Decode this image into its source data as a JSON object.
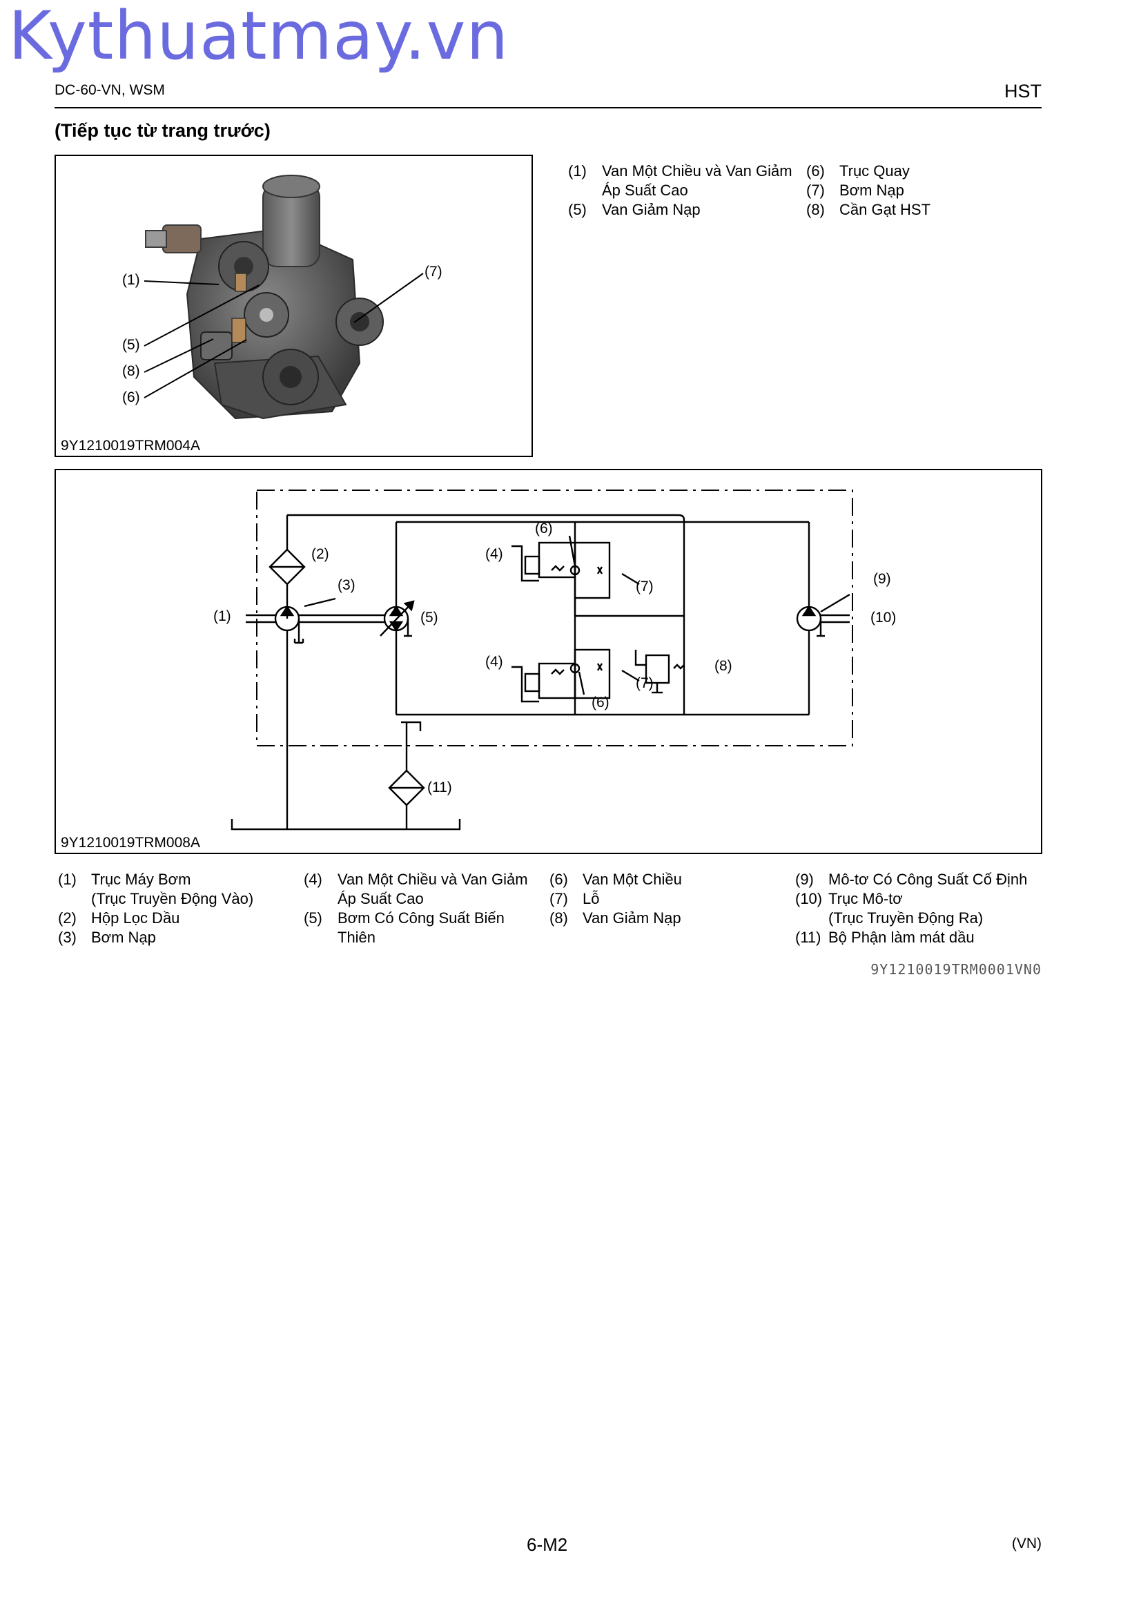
{
  "watermark": "Kythuatmay.vn",
  "header": {
    "left": "DC-60-VN, WSM",
    "right": "HST"
  },
  "subtitle": "(Tiếp tục từ trang trước)",
  "photo": {
    "code": "9Y1210019TRM004A",
    "callouts": [
      "(1)",
      "(5)",
      "(8)",
      "(6)",
      "(7)"
    ],
    "legend": [
      {
        "num": "(1)",
        "line1": "Van Một Chiều và Van Giảm",
        "line2": "Áp Suất Cao"
      },
      {
        "num": "(5)",
        "line1": "Van Giảm Nạp"
      },
      {
        "num": "(6)",
        "line1": "Trục Quay"
      },
      {
        "num": "(7)",
        "line1": "Bơm Nạp"
      },
      {
        "num": "(8)",
        "line1": "Cần Gạt HST"
      }
    ]
  },
  "diagram": {
    "code": "9Y1210019TRM008A",
    "callouts": {
      "c1": "(1)",
      "c2": "(2)",
      "c3": "(3)",
      "c4a": "(4)",
      "c4b": "(4)",
      "c5": "(5)",
      "c6a": "(6)",
      "c6b": "(6)",
      "c7a": "(7)",
      "c7b": "(7)",
      "c8": "(8)",
      "c9": "(9)",
      "c10": "(10)",
      "c11": "(11)"
    },
    "legend": [
      {
        "num": "(1)",
        "line1": "Trục Máy Bơm",
        "line2": "(Trục Truyền Động Vào)"
      },
      {
        "num": "(2)",
        "line1": "Hộp Lọc Dầu"
      },
      {
        "num": "(3)",
        "line1": "Bơm Nạp"
      },
      {
        "num": "(4)",
        "line1": "Van Một Chiều và Van Giảm",
        "line2": "Áp Suất Cao"
      },
      {
        "num": "(5)",
        "line1": "Bơm Có Công Suất Biến",
        "line2": "Thiên"
      },
      {
        "num": "(6)",
        "line1": "Van Một Chiều"
      },
      {
        "num": "(7)",
        "line1": "Lỗ"
      },
      {
        "num": "(8)",
        "line1": "Van Giảm Nạp"
      },
      {
        "num": "(9)",
        "line1": "Mô-tơ Có Công Suất Cố Định"
      },
      {
        "num": "(10)",
        "line1": "Trục Mô-tơ",
        "line2": "(Trục Truyền Động Ra)"
      },
      {
        "num": "(11)",
        "line1": "Bộ Phận làm mát dầu"
      }
    ]
  },
  "doc_ref": "9Y1210019TRM0001VN0",
  "footer": {
    "page": "6-M2",
    "lang": "(VN)"
  }
}
